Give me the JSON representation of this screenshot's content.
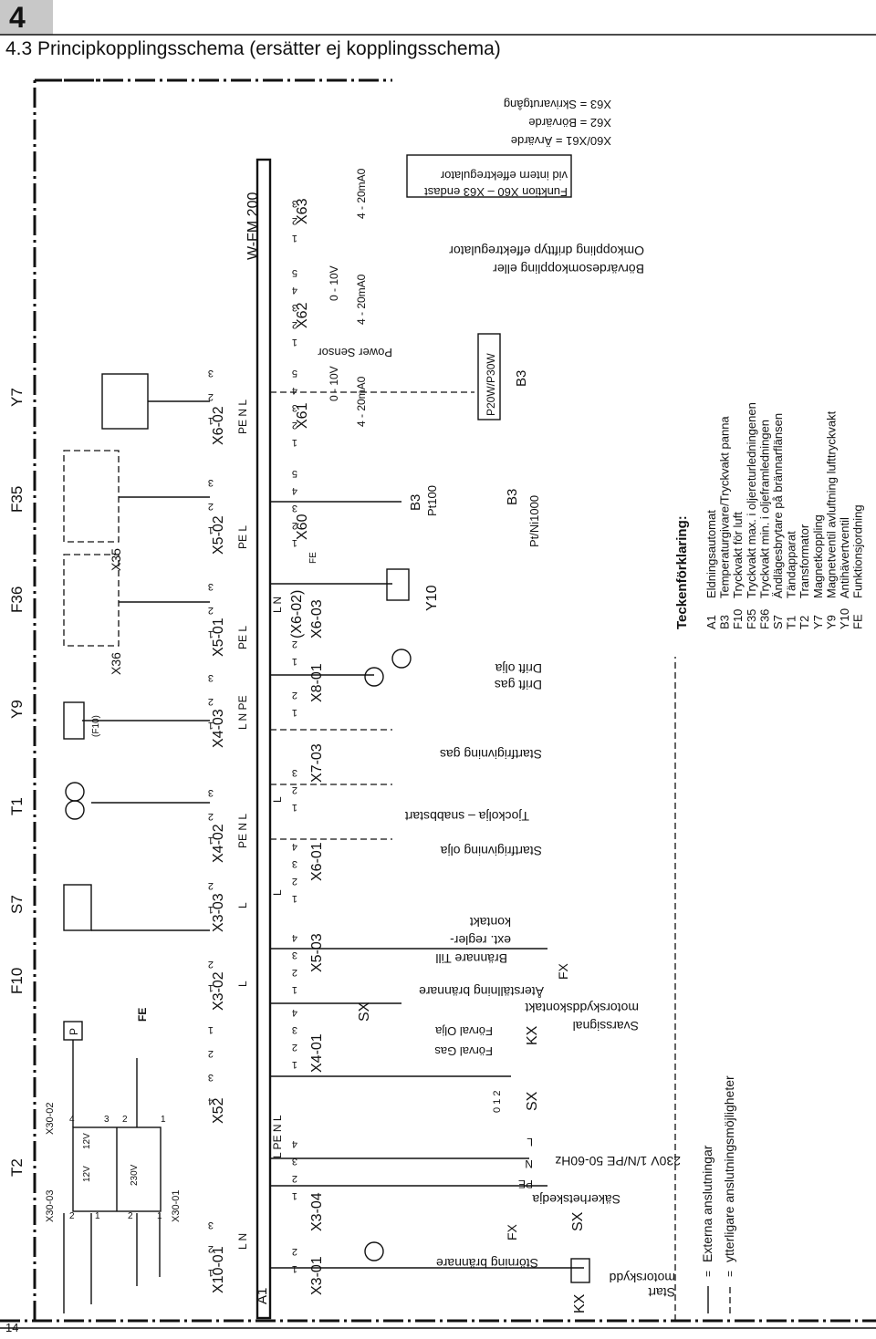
{
  "page": {
    "chapter": "4",
    "title": "4.3 Principkopplingsschema (ersätter ej kopplingsschema)",
    "page_number": "14"
  },
  "top_labels": [
    "T2",
    "F10",
    "S7",
    "T1",
    "Y9",
    "F36",
    "F35",
    "Y7"
  ],
  "transformer": {
    "left_ids": [
      "X30-03",
      "X30-01"
    ],
    "right_id": "X30-02",
    "v12a": "12V",
    "v12b": "12V",
    "v230": "230V",
    "pins": [
      "2",
      "1",
      "2",
      "1",
      "4",
      "3",
      "2",
      "1"
    ]
  },
  "fe": "FE",
  "p": "P",
  "pf10": "(F10)",
  "connectors_top": [
    {
      "id": "X10-01",
      "pins": [
        "1",
        "2",
        "3"
      ],
      "sig": "L  N"
    },
    {
      "id": "X52",
      "pins": [
        "4",
        "3",
        "2",
        "1"
      ],
      "sig": ""
    },
    {
      "id": "X3-02",
      "pins": [
        "1",
        "2"
      ],
      "sig": "L"
    },
    {
      "id": "X3-03",
      "pins": [
        "1",
        "2"
      ],
      "sig": "L"
    },
    {
      "id": "X4-02",
      "pins": [
        "1",
        "2",
        "3"
      ],
      "sig": "PE N   L"
    },
    {
      "id": "X4-03",
      "pins": [
        "1",
        "2",
        "3"
      ],
      "sig": "L  N PE"
    },
    {
      "id": "X5-01",
      "pins": [
        "1",
        "2",
        "3"
      ],
      "sig": "PE    L"
    },
    {
      "id": "X5-02",
      "pins": [
        "1",
        "2",
        "3"
      ],
      "sig": "PE    L"
    },
    {
      "id": "X6-02",
      "pins": [
        "1",
        "2",
        "3"
      ],
      "sig": "PE N L"
    }
  ],
  "x35": "X35",
  "x36": "X36",
  "pe": "PE",
  "board": {
    "a1": "A1",
    "wfm": "W-FM 200"
  },
  "connectors_bottom": [
    {
      "id": "X3-01",
      "pins": [
        "1",
        "2"
      ],
      "sig": ""
    },
    {
      "id": "X3-04",
      "pins": [
        "1",
        "2",
        "3",
        "4"
      ],
      "sig": "L PE N L"
    },
    {
      "id": "X4-01",
      "pins": [
        "1",
        "2",
        "3",
        "4"
      ],
      "sig": ""
    },
    {
      "id": "X5-03",
      "pins": [
        "1",
        "2",
        "3",
        "4"
      ],
      "sig": ""
    },
    {
      "id": "X6-01",
      "pins": [
        "1",
        "2",
        "3",
        "4"
      ],
      "sig": "L"
    },
    {
      "id": "X7-03",
      "pins": [
        "1",
        "2",
        "3"
      ],
      "sig": "L"
    },
    {
      "id": "X8-01",
      "pins": [
        "1",
        "2"
      ],
      "sig": ""
    },
    {
      "id": "X6-03",
      "pins": [
        "1",
        "2"
      ],
      "sig": "L  N"
    },
    {
      "id": "(X6-02)",
      "pins": [],
      "sig": ""
    },
    {
      "id": "X60",
      "pins": [
        "1",
        "2",
        "3",
        "4",
        "5"
      ],
      "sig": ""
    },
    {
      "id": "X61",
      "pins": [
        "1",
        "2",
        "3",
        "4",
        "5"
      ],
      "sig": ""
    },
    {
      "id": "X62",
      "pins": [
        "1",
        "2",
        "3",
        "4",
        "5"
      ],
      "sig": ""
    },
    {
      "id": "X63",
      "pins": [
        "1",
        "2",
        "3"
      ],
      "sig": ""
    }
  ],
  "rotated_texts": [
    "Start",
    "motorskydd",
    "Störning brännare",
    "Säkerhetskedja",
    "230V 1/N/PE 50-60Hz",
    "Förval Gas",
    "Förval Olja",
    "Svarssignal",
    "motorskyddskontakt",
    "Återställning brännare",
    "Brännare Till",
    "ext. regler-",
    "kontakt",
    "Startfrigivning olja",
    "Tjockolja – snabbstart",
    "Startfrigivning gas",
    "Drift gas",
    "Drift olja",
    "Power Sensor",
    "Börvärdesomkoppling eller",
    "Omkoppling drifttyp effektregulator",
    "Funktion X60 – X63 endast",
    "vid intern effektregulator",
    "X60/X61 = Ärvärde",
    "X62 = Börvärde",
    "X63 = Skrivarutgång"
  ],
  "analog_labels": [
    "4 - 20mA0",
    "0 - 10V",
    "0",
    "FE"
  ],
  "devices": {
    "kx": "KX",
    "sx": "SX",
    "fx": "FX",
    "y10": "Y10",
    "b3": "B3",
    "pt100": "Pt100",
    "pt1000": "Pt/Ni1000",
    "p20w": "P20W/P30W"
  },
  "sx_pos": "0 1 2",
  "mains_lines": [
    "PE",
    "N",
    "L"
  ],
  "legend": {
    "title": "Teckenförklaring:",
    "items": [
      {
        "code": "A1",
        "text": "Eldningsautomat"
      },
      {
        "code": "B3",
        "text": "Temperaturgivare/Tryckvakt panna"
      },
      {
        "code": "F10",
        "text": "Tryckvakt för luft"
      },
      {
        "code": "F35",
        "text": "Tryckvakt max. i oljereturledningenen"
      },
      {
        "code": "F36",
        "text": "Tryckvakt min. i oljeframledningen"
      },
      {
        "code": "S7",
        "text": "Ändlägesbrytare på brännarflänsen"
      },
      {
        "code": "T1",
        "text": "Tändapparat"
      },
      {
        "code": "T2",
        "text": "Transformator"
      },
      {
        "code": "Y7",
        "text": "Magnetkoppling"
      },
      {
        "code": "Y9",
        "text": "Magnetventil avluftning lufttryckvakt"
      },
      {
        "code": "Y10",
        "text": "Antihävertventil"
      },
      {
        "code": "FE",
        "text": "Funktionsjordning"
      }
    ],
    "solid_note": "Externa anslutningar",
    "dashed_note": "ytterligare anslutningsmöjligheter",
    "eq": "="
  }
}
